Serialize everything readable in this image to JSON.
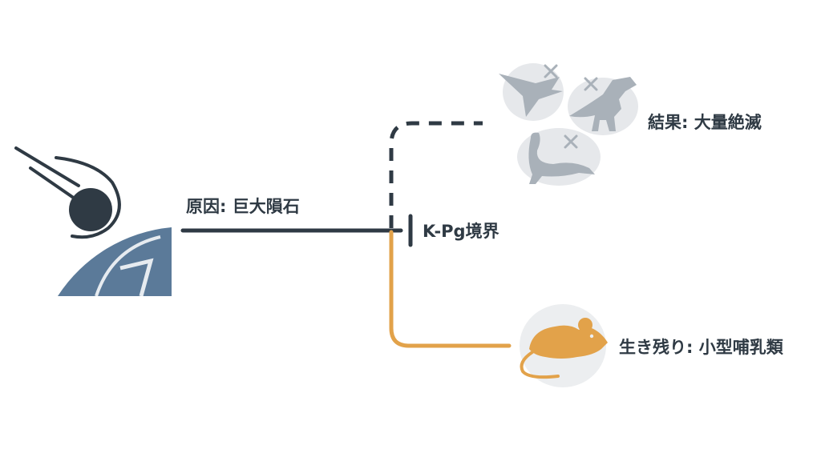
{
  "labels": {
    "cause": "原因: 巨大隕石",
    "boundary": "K-Pg境界",
    "result": "結果: 大量絶滅",
    "survivors": "生き残り: 小型哺乳類"
  },
  "colors": {
    "dark": "#2f3a44",
    "planet": "#5b7a99",
    "survivor": "#e2a24a",
    "survivor_bg": "#eceef0",
    "extinct_icon": "#a9b1b9",
    "extinct_bg": "#e6e8eb"
  },
  "icons": {
    "asteroid": "asteroid-icon",
    "planet": "earth-icon",
    "pterosaur": "pterosaur-icon",
    "trex": "tyrannosaurus-icon",
    "plesiosaur": "plesiosaur-icon",
    "mouse": "mouse-icon",
    "extinct_mark": "cross-icon"
  }
}
